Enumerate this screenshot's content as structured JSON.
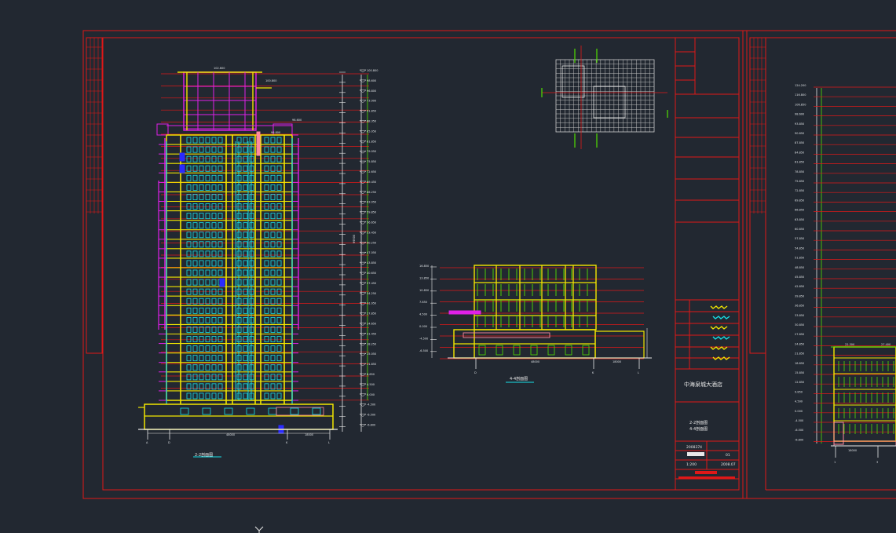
{
  "drawing": {
    "project_name": "中海泉城大酒店",
    "sheet_title_1": "2-2剖面图",
    "sheet_title_2": "4-4剖面图",
    "drawing_no": "2008374",
    "sheet_no": "01",
    "scale": "1:200",
    "date": "2008.07"
  },
  "labels": {
    "section_2_2": "2-2剖面图",
    "section_4_4": "4-4剖面图",
    "main_total_dim": "99500",
    "main_base_dim": "48000",
    "main_right_dim": "18000",
    "mid_base_dim": "48000",
    "mid_right_dim": "18000",
    "right_base_dim": "18000"
  },
  "axes": {
    "main": [
      "A",
      "D",
      "K",
      "L"
    ],
    "mid": [
      "D",
      "K",
      "L"
    ],
    "right": [
      "1",
      "3"
    ]
  },
  "elevations": {
    "main": [
      "100.800",
      "98.600",
      "96.800",
      "73.900",
      "91.850",
      "88.350",
      "85.050",
      "81.850",
      "79.050",
      "75.850",
      "72.650",
      "69.450",
      "66.250",
      "63.050",
      "59.850",
      "56.650",
      "53.450",
      "50.250",
      "47.050",
      "43.850",
      "40.650",
      "37.450",
      "34.250",
      "31.050",
      "27.850",
      "24.650",
      "21.450",
      "18.250",
      "15.050",
      "11.850",
      "8.850",
      "4.500",
      "0.000",
      "-4.500",
      "-6.500",
      "-6.800"
    ],
    "mid": [
      "16.850",
      "13.850",
      "10.850",
      "7.850",
      "4.500",
      "0.000",
      "-4.500",
      "-6.500"
    ],
    "right": [
      "124.200",
      "116.800",
      "106.850",
      "98.600",
      "93.850",
      "90.850",
      "87.850",
      "84.850",
      "81.850",
      "78.850",
      "75.850",
      "72.850",
      "69.850",
      "66.850",
      "63.850",
      "60.850",
      "57.850",
      "54.850",
      "51.850",
      "48.850",
      "45.850",
      "42.850",
      "39.850",
      "36.850",
      "33.850",
      "30.850",
      "27.850",
      "24.850",
      "21.850",
      "18.850",
      "15.850",
      "12.850",
      "9.850",
      "4.500",
      "0.000",
      "-4.500",
      "-6.500",
      "-6.800"
    ],
    "right_top_labels": [
      "22.300",
      "27.400"
    ]
  },
  "roof_labels": [
    "102.600",
    "100.800",
    "98.600",
    "96.800"
  ],
  "colors": {
    "background": "#222831",
    "frame": "#e01818",
    "yellow": "#f2e600",
    "magenta": "#e020e8",
    "cyan": "#18e0e8",
    "green": "#52e000",
    "pink": "#ff8aa0",
    "blue": "#2a2aff",
    "white": "#e8e8e8"
  }
}
